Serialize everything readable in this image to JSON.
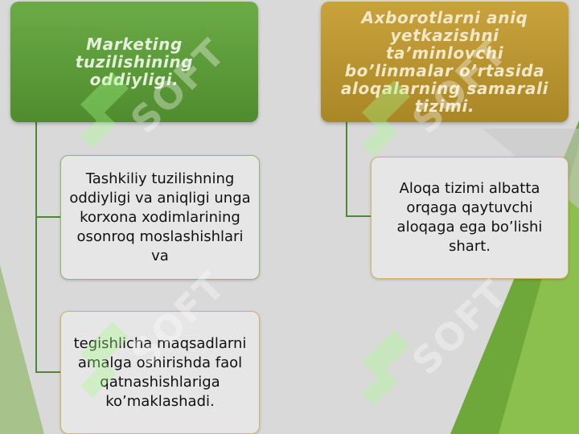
{
  "left": {
    "header": "Marketing tuzilishining oddiyligi.",
    "boxes": [
      "Tashkiliy tuzilishning oddiyligi va aniqligi unga korxona xodimlarining osonroq moslashishlari va",
      "tegishlicha maqsadlarni amalga oshirishda faol qatnashishlariga ko’maklashadi."
    ]
  },
  "right": {
    "header": "Axborotlarni aniq yetkazishni ta’minlovchi bo’linmalar o’rtasida aloqalarning samarali tizimi.",
    "boxes": [
      "Aloqa tizimi albatta orqaga qaytuvchi aloqaga ega bo’lishi shart."
    ]
  },
  "watermark": {
    "text": "SOFT"
  },
  "colors": {
    "green_header": "#5a9a38",
    "gold_header": "#b8952e",
    "connector": "#4e8a32",
    "background": "#d9d9d9"
  }
}
